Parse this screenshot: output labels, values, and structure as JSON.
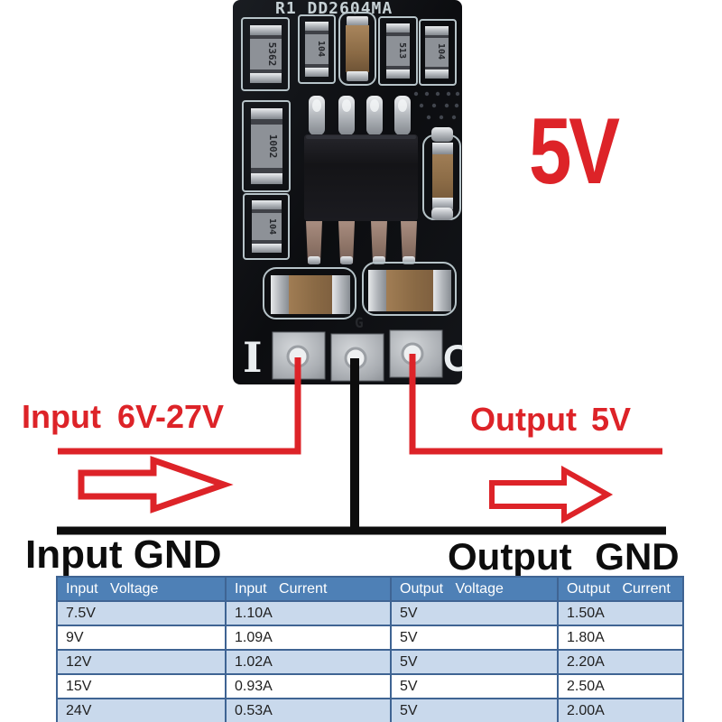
{
  "hero": {
    "big_voltage": "5V"
  },
  "module": {
    "silk_title": "R1 DD2604MA",
    "components": {
      "left": [
        "5362",
        "1002",
        "104"
      ],
      "top": [
        "104",
        "513",
        "104"
      ]
    },
    "pins": {
      "input": "I",
      "ground": "G",
      "output": "O"
    }
  },
  "wiring": {
    "input_label": "Input 6V-27V",
    "output_label": "Output 5V",
    "input_gnd_label": "Input GND",
    "output_gnd_label": "Output GND"
  },
  "spec_table": {
    "columns": [
      "Input Voltage",
      "Input Current",
      "Output Voltage",
      "Output Current"
    ],
    "rows": [
      [
        "7.5V",
        "1.10A",
        "5V",
        "1.50A"
      ],
      [
        "9V",
        "1.09A",
        "5V",
        "1.80A"
      ],
      [
        "12V",
        "1.02A",
        "5V",
        "2.20A"
      ],
      [
        "15V",
        "0.93A",
        "5V",
        "2.50A"
      ],
      [
        "24V",
        "0.53A",
        "5V",
        "2.00A"
      ]
    ]
  },
  "colors": {
    "accent_red": "#dd2328",
    "wire_black": "#0d0d0d",
    "table_header_bg": "#4e80b6",
    "table_row_shade": "#c9d9ec",
    "table_border": "#3f6493"
  }
}
